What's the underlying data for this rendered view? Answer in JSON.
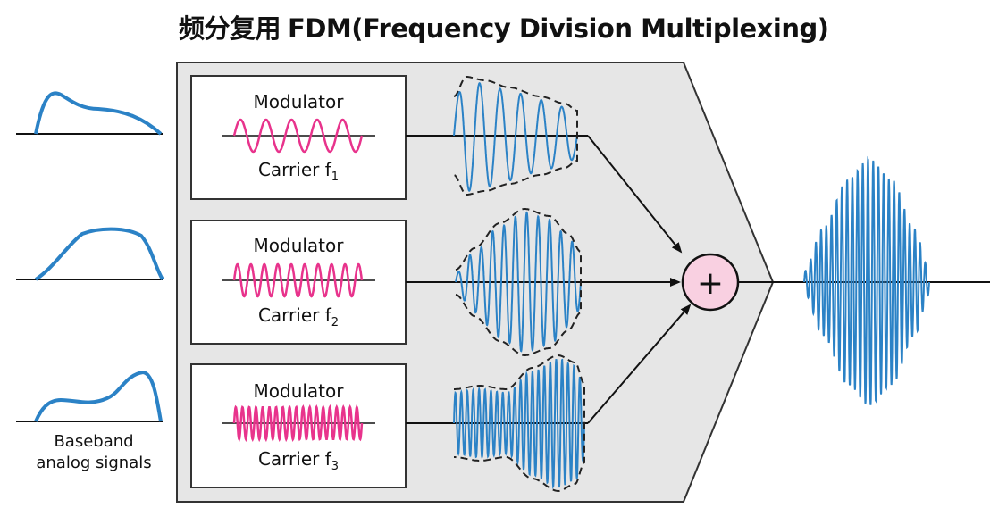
{
  "title": {
    "cn": "频分复用",
    "en": "FDM(Frequency Division Multiplexing)"
  },
  "modulators": [
    {
      "label": "Modulator",
      "carrier_label": "Carrier f",
      "carrier_subscript": "1"
    },
    {
      "label": "Modulator",
      "carrier_label": "Carrier f",
      "carrier_subscript": "2"
    },
    {
      "label": "Modulator",
      "carrier_label": "Carrier f",
      "carrier_subscript": "3"
    }
  ],
  "baseband_caption": [
    "Baseband",
    "analog signals"
  ],
  "adder_symbol": "+",
  "colors": {
    "carrier": "#e8338c",
    "signal": "#2b82c6",
    "adder_fill": "#f9d0e1",
    "panel": "#e6e6e6"
  }
}
